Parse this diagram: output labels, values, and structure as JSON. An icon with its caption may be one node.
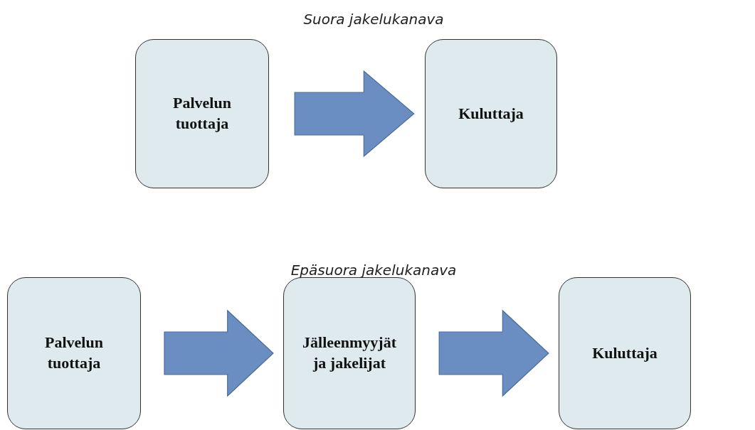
{
  "diagram": {
    "nodes": [
      {
        "text": [
          "Palvelun tuottaja"
        ]
      },
      {
        "text": [
          "Kuluttaja"
        ]
      },
      {
        "text": [
          "Palvelun tuottaja"
        ]
      },
      {
        "text": [
          "Jälleenmyyjät ja jakelijat"
        ]
      },
      {
        "text": [
          "Kuluttaja"
        ]
      }
    ],
    "edges": [
      {
        "from": 0,
        "to": 1,
        "arrow": "to"
      },
      {
        "from": 2,
        "to": 3,
        "arrow": "to"
      },
      {
        "from": 3,
        "to": 4,
        "arrow": "to"
      }
    ],
    "labels": [
      "Suora jakelukanava",
      "Epäsuora jakelukanava"
    ]
  }
}
